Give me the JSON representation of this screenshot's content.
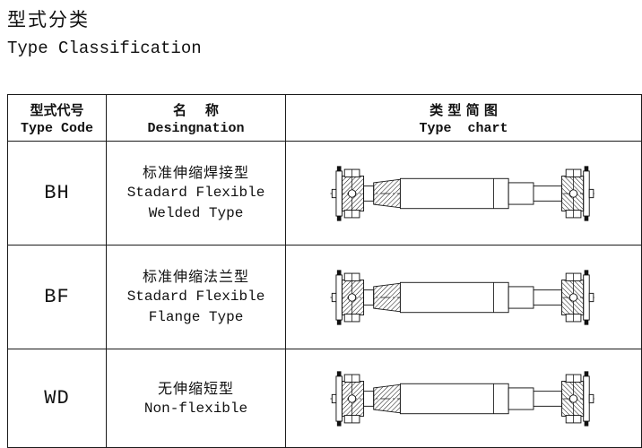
{
  "page": {
    "title_zh": "型式分类",
    "title_en": "Type Classification"
  },
  "table": {
    "headers": {
      "type_code": {
        "zh": "型式代号",
        "en": "Type Code"
      },
      "designation": {
        "zh": "名    称",
        "en": "Desingnation"
      },
      "type_chart": {
        "zh": "类 型 简 图",
        "en": "Type  chart"
      }
    },
    "rows": [
      {
        "code": "BH",
        "name_zh": "标准伸缩焊接型",
        "name_en_1": "Stadard Flexible",
        "name_en_2": "Welded Type",
        "drawing_icon": "cardan-shaft-welded-diagram"
      },
      {
        "code": "BF",
        "name_zh": "标准伸缩法兰型",
        "name_en_1": "Stadard Flexible",
        "name_en_2": "Flange Type",
        "drawing_icon": "cardan-shaft-flange-diagram"
      },
      {
        "code": "WD",
        "name_zh": "无伸缩短型",
        "name_en_1": "Non-flexible",
        "name_en_2": "",
        "drawing_icon": "cardan-shaft-short-diagram"
      }
    ]
  }
}
